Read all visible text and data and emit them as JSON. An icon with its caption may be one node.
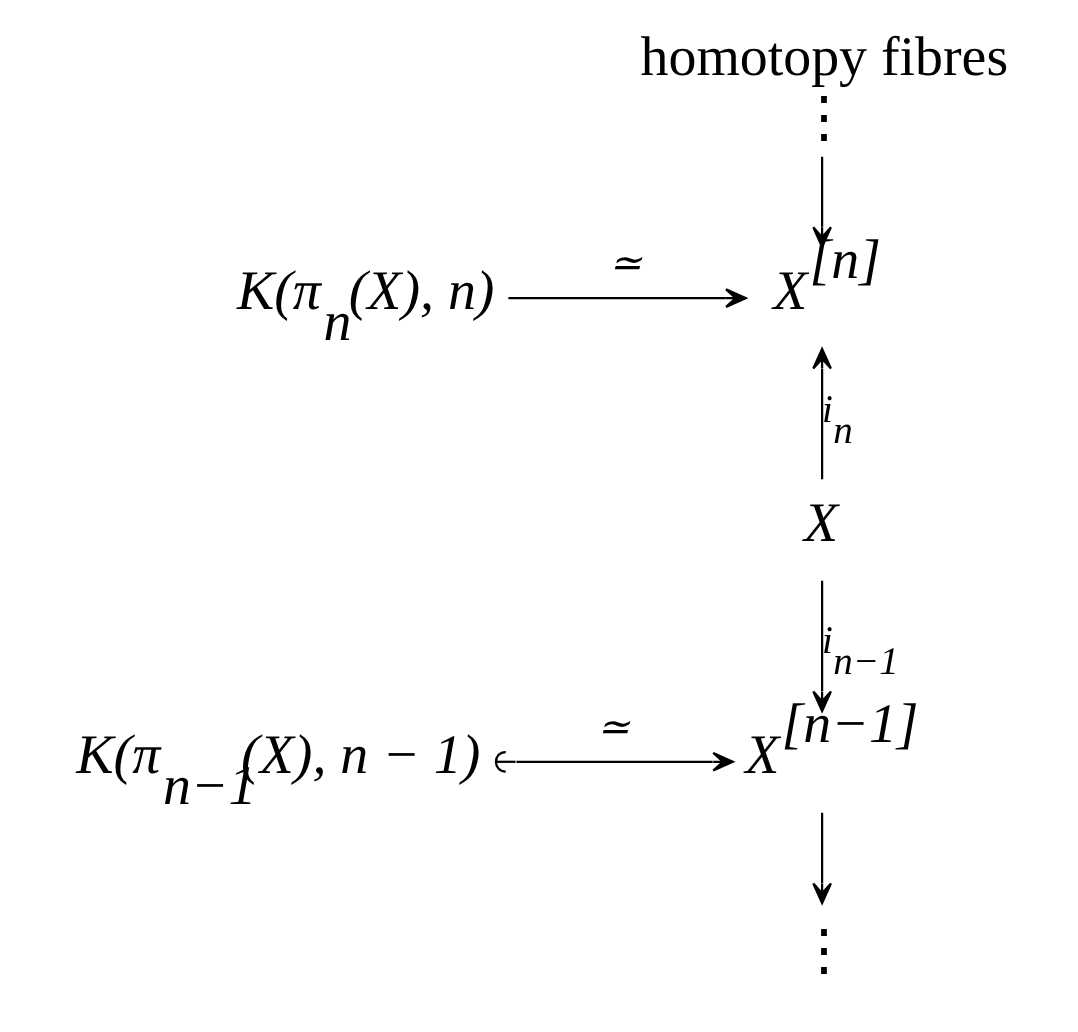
{
  "diagram": {
    "nodes": [
      {
        "text": [
          "homotopy fibres",
          "⋮"
        ]
      },
      {
        "text": [
          "X$^{[n]}$"
        ]
      },
      {
        "text": [
          "K(π$_{n}$(X), n)"
        ]
      },
      {
        "text": [
          "X"
        ]
      },
      {
        "text": [
          "X$^{[n−1]}$"
        ]
      },
      {
        "text": [
          "K(π$_{n−1}$(X), n − 1)"
        ]
      },
      {
        "text": [
          "⋮"
        ]
      }
    ],
    "edges": [
      {
        "from": 0,
        "to": 1,
        "arrow": "to"
      },
      {
        "from": 2,
        "to": 1,
        "arrow": "to",
        "label": "≃"
      },
      {
        "from": 3,
        "to": 1,
        "arrow": "to",
        "label": "i$_{n}$"
      },
      {
        "from": 3,
        "to": 4,
        "arrow": "to",
        "label": "i$_{n−1}$"
      },
      {
        "from": 5,
        "to": 4,
        "arrow": "to",
        "label": "≃"
      },
      {
        "from": 4,
        "to": 6,
        "arrow": "to"
      }
    ]
  }
}
